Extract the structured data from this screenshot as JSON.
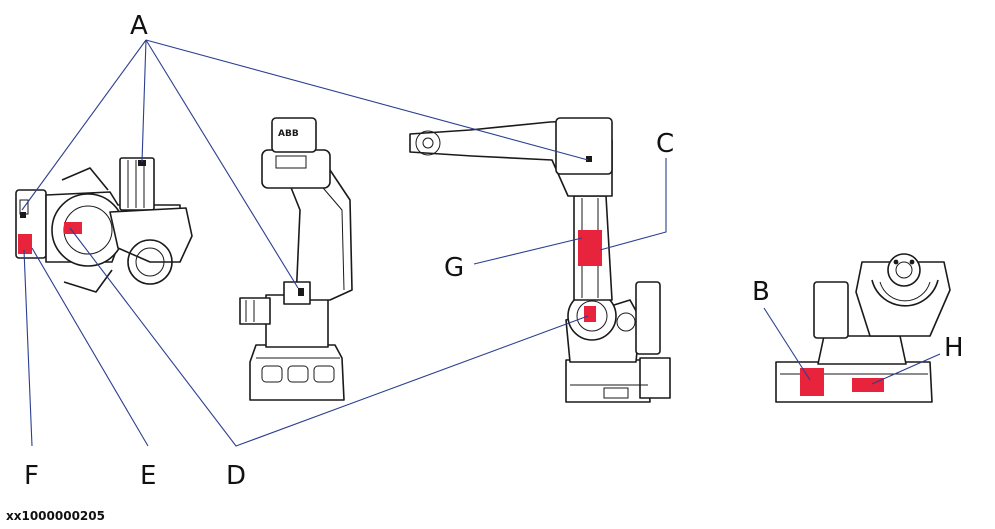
{
  "figure_id": "xx1000000205",
  "callouts": {
    "a": "A",
    "b": "B",
    "c": "C",
    "d": "D",
    "e": "E",
    "f": "F",
    "g": "G",
    "h": "H"
  },
  "colors": {
    "label_highlight": "#e8243c",
    "leader_line": "#2b3f8f",
    "ink": "#1a1a1a"
  },
  "views": [
    "top-view",
    "side-view",
    "front-view",
    "rear-view"
  ]
}
